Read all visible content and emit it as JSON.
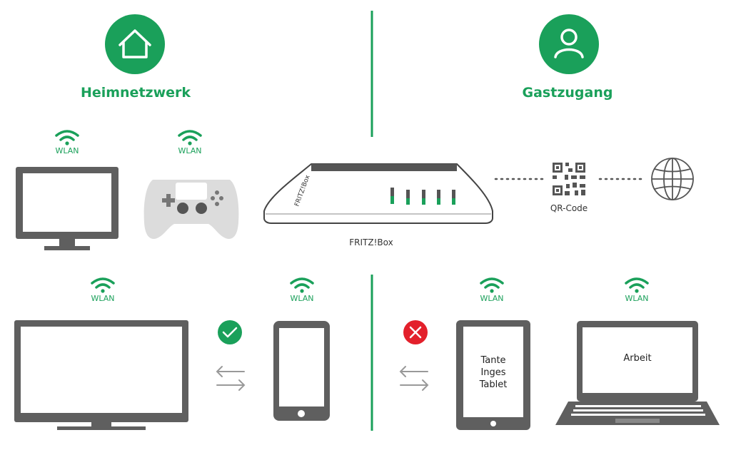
{
  "sections": {
    "home": {
      "title": "Heimnetzwerk"
    },
    "guest": {
      "title": "Gastzugang"
    }
  },
  "wlan_label": "WLAN",
  "router": {
    "label": "FRITZ!Box"
  },
  "qr": {
    "label": "QR-Code"
  },
  "devices": {
    "tablet_screen": "Tante\nInges\nTablet",
    "laptop_screen": "Arbeit"
  },
  "status": {
    "home_allowed": "check",
    "guest_blocked": "cross"
  },
  "colors": {
    "accent_green": "#1aa05a",
    "device_gray": "#5f5f5f",
    "error_red": "#e3202b"
  },
  "icons": {
    "home": "house-icon",
    "guest": "person-icon",
    "internet": "globe-icon",
    "qr": "qr-code-icon"
  }
}
